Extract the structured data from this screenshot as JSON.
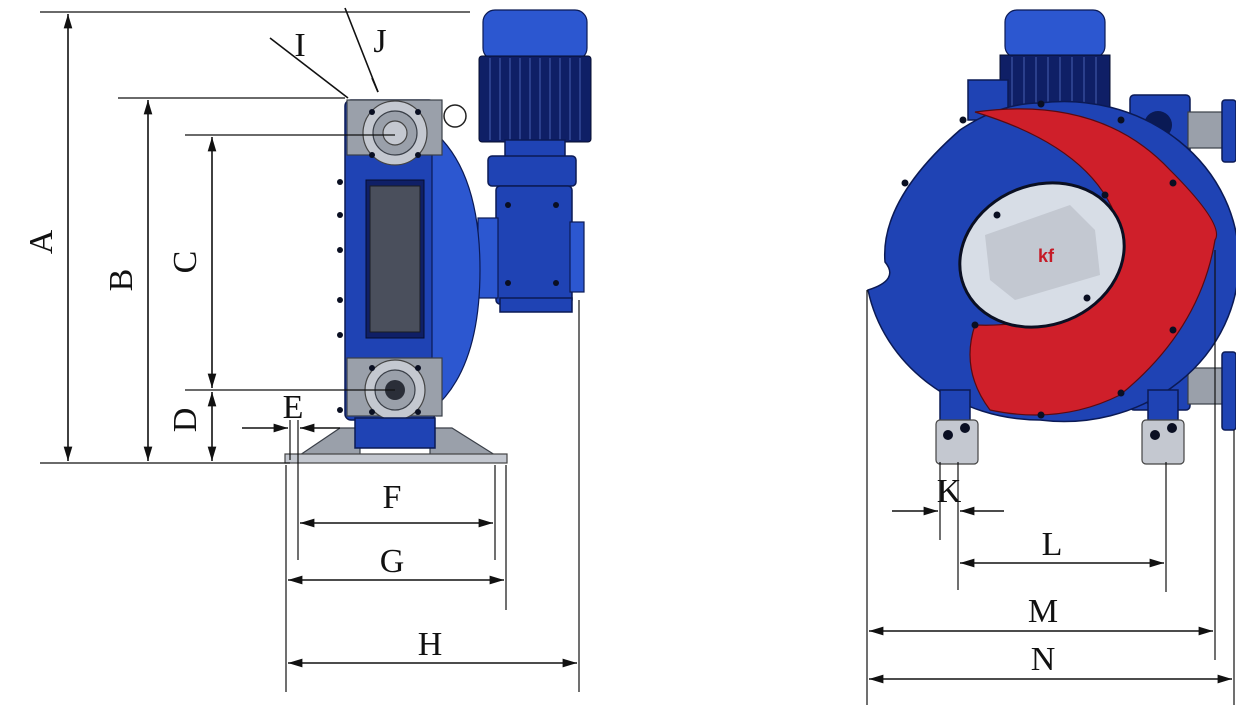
{
  "labels": {
    "A": "A",
    "B": "B",
    "C": "C",
    "D": "D",
    "E": "E",
    "F": "F",
    "G": "G",
    "H": "H",
    "I": "I",
    "J": "J",
    "K": "K",
    "L": "L",
    "M": "M",
    "N": "N"
  },
  "colors": {
    "pump_body": "#1f43b4",
    "rotor": "#cf1f2a",
    "flange": "#9aa0aa",
    "background": "#ffffff"
  }
}
